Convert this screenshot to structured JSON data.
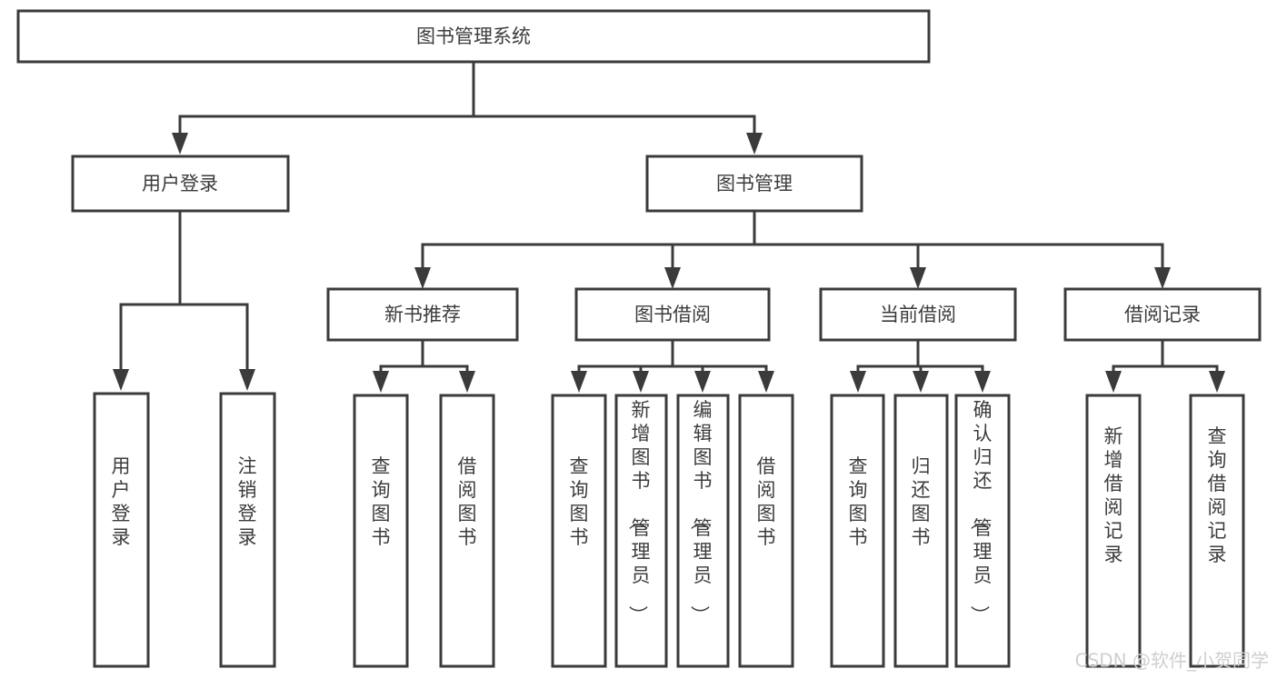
{
  "diagram": {
    "type": "tree-hierarchy",
    "title": "图书管理系统",
    "orientation": "top-down",
    "colors": {
      "box_stroke": "#3b3b3b",
      "box_fill": "#ffffff",
      "text": "#3c3c3c",
      "connector": "#3b3b3b",
      "background": "#ffffff",
      "watermark": "#cfcfcf"
    },
    "root": {
      "id": "root",
      "label": "图书管理系统"
    },
    "level1": [
      {
        "id": "user-login",
        "label": "用户登录"
      },
      {
        "id": "book-management",
        "label": "图书管理"
      }
    ],
    "level2": [
      {
        "id": "new-book-recommend",
        "label": "新书推荐",
        "parent": "book-management"
      },
      {
        "id": "book-borrow",
        "label": "图书借阅",
        "parent": "book-management"
      },
      {
        "id": "current-borrow",
        "label": "当前借阅",
        "parent": "book-management"
      },
      {
        "id": "borrow-record",
        "label": "借阅记录",
        "parent": "book-management"
      }
    ],
    "leaves": {
      "user-login": [
        {
          "id": "leaf-user-login",
          "label": "用户登录"
        },
        {
          "id": "leaf-logout-login",
          "label": "注销登录"
        }
      ],
      "new-book-recommend": [
        {
          "id": "leaf-query-book-1",
          "label": "查询图书"
        },
        {
          "id": "leaf-borrow-book-1",
          "label": "借阅图书"
        }
      ],
      "book-borrow": [
        {
          "id": "leaf-query-book-2",
          "label": "查询图书"
        },
        {
          "id": "leaf-add-book",
          "label": "新增图书（管理员）"
        },
        {
          "id": "leaf-edit-book",
          "label": "编辑图书（管理员）"
        },
        {
          "id": "leaf-borrow-book-2",
          "label": "借阅图书"
        }
      ],
      "current-borrow": [
        {
          "id": "leaf-query-book-3",
          "label": "查询图书"
        },
        {
          "id": "leaf-return-book",
          "label": "归还图书"
        },
        {
          "id": "leaf-confirm-return",
          "label": "确认归还（管理员）"
        }
      ],
      "borrow-record": [
        {
          "id": "leaf-add-borrow-record",
          "label": "新增借阅记录"
        },
        {
          "id": "leaf-query-borrow-record",
          "label": "查询借阅记录"
        }
      ]
    }
  },
  "watermark": {
    "label": "CSDN @软件_小贺同学"
  }
}
